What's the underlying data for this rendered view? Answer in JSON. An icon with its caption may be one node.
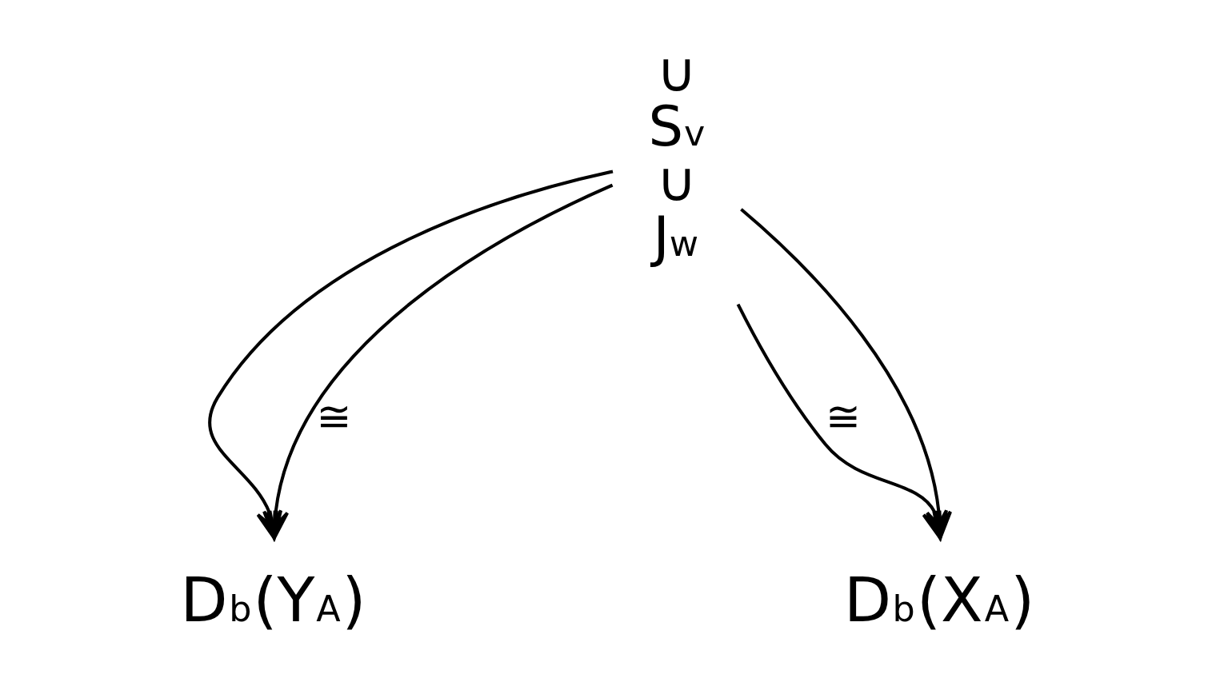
{
  "diagram": {
    "nodes": [
      {
        "text": [
          "∪",
          "S$^{v}$",
          "∪",
          "J$_{w}$"
        ]
      },
      {
        "text": [
          "D$^{b}$(Y$_{A}$)"
        ]
      },
      {
        "text": [
          "D$^{b}$(X$_{A}$)"
        ]
      }
    ],
    "edges": [
      {
        "from": 0,
        "to": 1,
        "arrow": "to"
      },
      {
        "from": 0,
        "to": 1,
        "arrow": "to",
        "label": "≅"
      },
      {
        "from": 0,
        "to": 2,
        "arrow": "to",
        "label": "≅"
      },
      {
        "from": 0,
        "to": 2,
        "arrow": "to"
      }
    ]
  }
}
